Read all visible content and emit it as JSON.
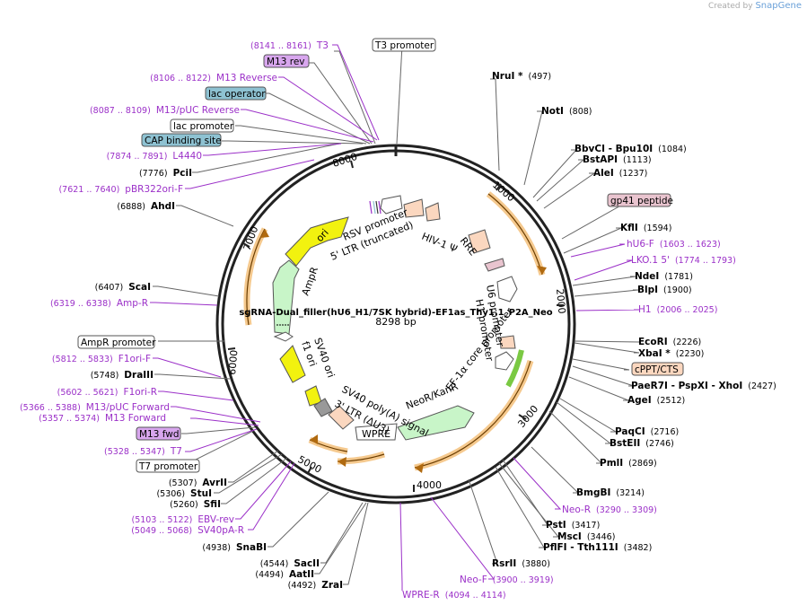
{
  "app": {
    "credit_prefix": "Created by",
    "credit_brand": "SnapGene"
  },
  "plasmid": {
    "name": "sgRNA-Dual_filler(hU6_H1/7SK hybrid)-EF1as_Thy1.1_P2A_Neo",
    "length_label": "8298 bp",
    "total_bp": 8298,
    "ticks": [
      "1000",
      "2000",
      "3000",
      "4000",
      "5000",
      "6000",
      "7000",
      "8000"
    ]
  },
  "colors": {
    "site_label": "#000000",
    "feature_label": "#9b30c8",
    "line": "#666666",
    "misc_line": "#9b30c8",
    "orf_fill": "#f5c98e",
    "ori_fill": "#f2f20f",
    "ampr_fill": "#c8f5c8",
    "rre_fill": "#fbd7bf",
    "gp41_fill": "#e9c4cf",
    "lac_operator_fill": "#8ec2d2",
    "m13rev_fill": "#d8a6ee",
    "cppt_fill": "#fbd7bf"
  },
  "site_labels": [
    {
      "name": "NruI *",
      "pos": "(497)"
    },
    {
      "name": "NotI",
      "pos": "(808)"
    },
    {
      "name": "BbvCI   -  Bpu10I",
      "pos": "(1084)"
    },
    {
      "name": "BstAPI",
      "pos": "(1113)"
    },
    {
      "name": "AleI",
      "pos": "(1237)"
    },
    {
      "name": "KflI",
      "pos": "(1594)"
    },
    {
      "name": "NdeI",
      "pos": "(1781)"
    },
    {
      "name": "BlpI",
      "pos": "(1900)"
    },
    {
      "name": "EcoRI",
      "pos": "(2226)"
    },
    {
      "name": "XbaI *",
      "pos": "(2230)"
    },
    {
      "name": "PaeR7I   -  PspXI   -  XhoI",
      "pos": "(2427)"
    },
    {
      "name": "AgeI",
      "pos": "(2512)"
    },
    {
      "name": "PaqCI",
      "pos": "(2716)"
    },
    {
      "name": "BstEII",
      "pos": "(2746)"
    },
    {
      "name": "PmlI",
      "pos": "(2869)"
    },
    {
      "name": "BmgBI",
      "pos": "(3214)"
    },
    {
      "name": "PstI",
      "pos": "(3417)"
    },
    {
      "name": "MscI",
      "pos": "(3446)"
    },
    {
      "name": "PflFI   -  Tth111I",
      "pos": "(3482)"
    },
    {
      "name": "RsrII",
      "pos": "(3880)"
    },
    {
      "name": "ZraI",
      "pos": "(4492)"
    },
    {
      "name": "AatII",
      "pos": "(4494)"
    },
    {
      "name": "SacII",
      "pos": "(4544)"
    },
    {
      "name": "SnaBI",
      "pos": "(4938)"
    },
    {
      "name": "SfiI",
      "pos": "(5260)"
    },
    {
      "name": "StuI",
      "pos": "(5306)"
    },
    {
      "name": "AvrII",
      "pos": "(5307)"
    },
    {
      "name": "DraIII",
      "pos": "(5748)"
    },
    {
      "name": "ScaI",
      "pos": "(6407)"
    },
    {
      "name": "AhdI",
      "pos": "(6888)"
    },
    {
      "name": "PciI",
      "pos": "(7776)"
    }
  ],
  "feature_labels": [
    {
      "name": "T3",
      "range": "(8141 .. 8161)"
    },
    {
      "name": "M13 Reverse",
      "range": "(8106 .. 8122)"
    },
    {
      "name": "M13/pUC Reverse",
      "range": "(8087 .. 8109)"
    },
    {
      "name": "L4440",
      "range": "(7874 .. 7891)"
    },
    {
      "name": "pBR322ori-F",
      "range": "(7621 .. 7640)"
    },
    {
      "name": "Amp-R",
      "range": "(6319 .. 6338)"
    },
    {
      "name": "F1ori-F",
      "range": "(5812 .. 5833)"
    },
    {
      "name": "F1ori-R",
      "range": "(5602 .. 5621)"
    },
    {
      "name": "M13/pUC Forward",
      "range": "(5366 .. 5388)"
    },
    {
      "name": "M13 Forward",
      "range": "(5357 .. 5374)"
    },
    {
      "name": "T7",
      "range": "(5328 .. 5347)"
    },
    {
      "name": "EBV-rev",
      "range": "(5103 .. 5122)"
    },
    {
      "name": "SV40pA-R",
      "range": "(5049 .. 5068)"
    },
    {
      "name": "hU6-F",
      "range": "(1603 .. 1623)"
    },
    {
      "name": "LKO.1 5'",
      "range": "(1774 .. 1793)"
    },
    {
      "name": "H1",
      "range": "(2006 .. 2025)"
    },
    {
      "name": "Neo-R",
      "range": "(3290 .. 3309)"
    },
    {
      "name": "Neo-F",
      "range": "(3900 .. 3919)"
    },
    {
      "name": "WPRE-R",
      "range": "(4094 .. 4114)"
    }
  ],
  "boxed_labels": [
    {
      "name": "T3 promoter"
    },
    {
      "name": "M13 rev"
    },
    {
      "name": "lac operator"
    },
    {
      "name": "lac promoter"
    },
    {
      "name": "CAP binding site"
    },
    {
      "name": "gp41 peptide"
    },
    {
      "name": "cPPT/CTS"
    },
    {
      "name": "AmpR promoter"
    },
    {
      "name": "M13 fwd"
    },
    {
      "name": "T7 promoter"
    },
    {
      "name": "WPRE"
    }
  ],
  "inner_labels": [
    {
      "name": "RSV promoter"
    },
    {
      "name": "5' LTR (truncated)"
    },
    {
      "name": "HIV-1 Ψ"
    },
    {
      "name": "RRE"
    },
    {
      "name": "U6 promoter"
    },
    {
      "name": "H1 promoter"
    },
    {
      "name": "EF-1α core promoter"
    },
    {
      "name": "NeoR/KanR"
    },
    {
      "name": "SV40 poly(A) signal"
    },
    {
      "name": "3' LTR (ΔU3)"
    },
    {
      "name": "SV40 ori"
    },
    {
      "name": "f1 ori"
    },
    {
      "name": "AmpR"
    },
    {
      "name": "ori"
    }
  ]
}
